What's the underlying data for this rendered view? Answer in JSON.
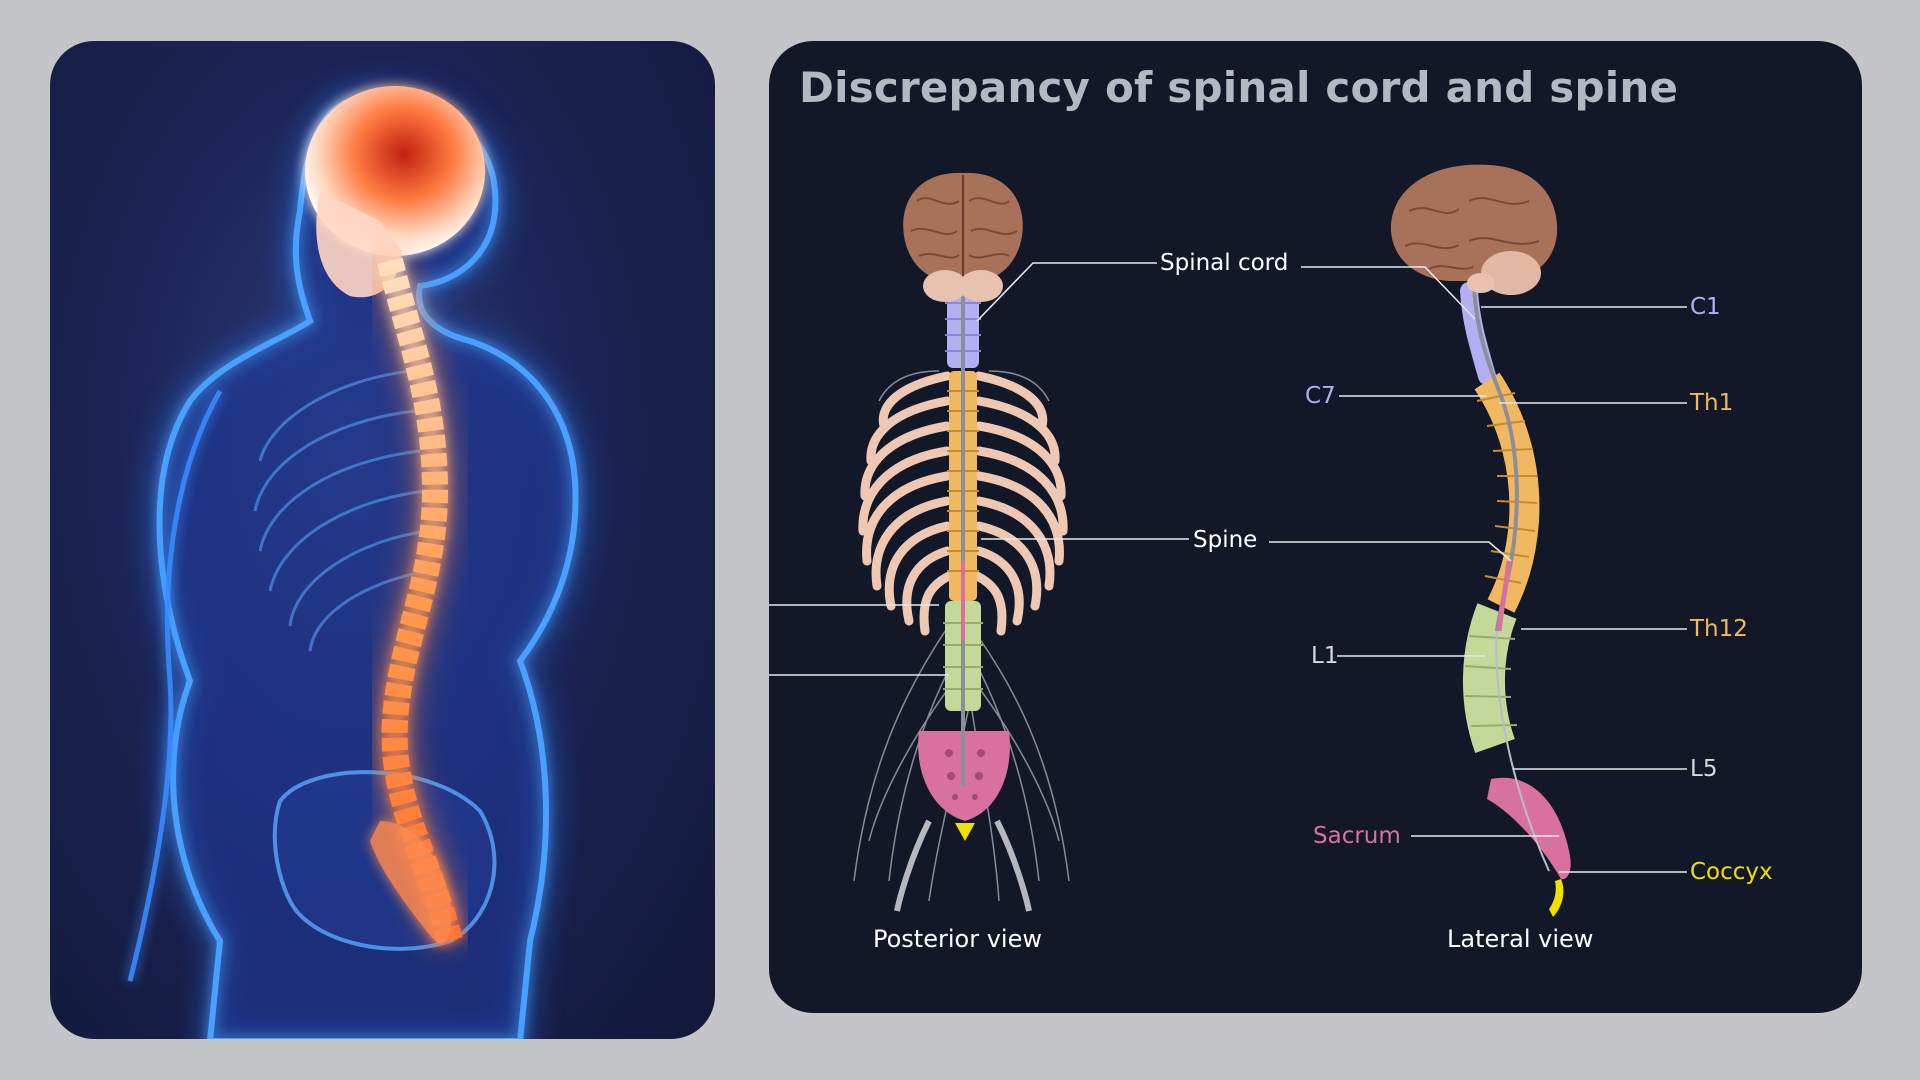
{
  "diagram": {
    "title": "Discrepancy of spinal cord and spine",
    "labels": {
      "spinal_cord": "Spinal cord",
      "spine": "Spine",
      "c1": "C1",
      "c7": "C7",
      "th1": "Th1",
      "th12": "Th12",
      "l1": "L1",
      "l5": "L5",
      "sacrum": "Sacrum",
      "coccyx": "Coccyx"
    },
    "captions": {
      "posterior": "Posterior view",
      "lateral": "Lateral view"
    },
    "colors": {
      "cervical": "#b4aef2",
      "thoracic": "#f0b860",
      "lumbar": "#c4d89a",
      "sacrum": "#d9719f",
      "coccyx": "#f0e000",
      "label_text": "#ffffff",
      "panel_background": "#131828"
    }
  }
}
